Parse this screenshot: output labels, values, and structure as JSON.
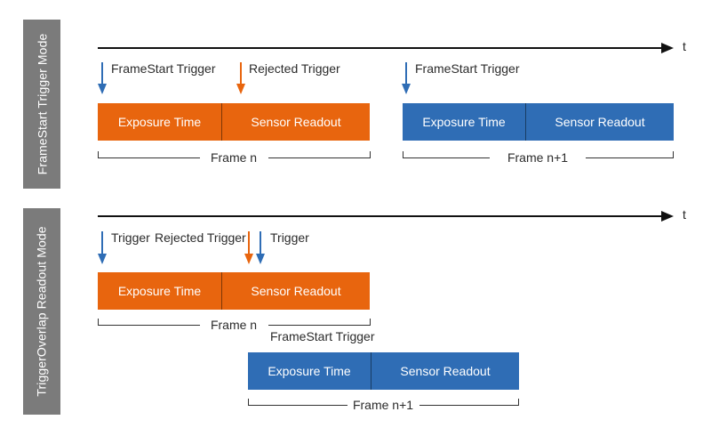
{
  "sections": {
    "top": {
      "mode_label": "FrameStart Trigger Mode",
      "time_label": "t",
      "triggers": [
        {
          "text": "FrameStart Trigger",
          "color": "#2f6db5"
        },
        {
          "text": "Rejected Trigger",
          "color": "#e8650e"
        },
        {
          "text": "FrameStart Trigger",
          "color": "#2f6db5"
        }
      ],
      "frames": [
        {
          "exposure": "Exposure Time",
          "readout": "Sensor Readout",
          "label": "Frame n",
          "color": "#e8650e"
        },
        {
          "exposure": "Exposure Time",
          "readout": "Sensor Readout",
          "label": "Frame n+1",
          "color": "#2f6db5"
        }
      ]
    },
    "bottom": {
      "mode_label": "TriggerOverlap Readout Mode",
      "time_label": "t",
      "triggers": [
        {
          "text": "Trigger",
          "color": "#2f6db5"
        },
        {
          "text": "Rejected Trigger",
          "color": "#e8650e"
        },
        {
          "text": "Trigger",
          "color": "#2f6db5"
        }
      ],
      "framestart_label": "FrameStart Trigger",
      "frames": [
        {
          "exposure": "Exposure Time",
          "readout": "Sensor Readout",
          "label": "Frame n",
          "color": "#e8650e"
        },
        {
          "exposure": "Exposure Time",
          "readout": "Sensor Readout",
          "label": "Frame n+1",
          "color": "#2f6db5"
        }
      ]
    }
  }
}
